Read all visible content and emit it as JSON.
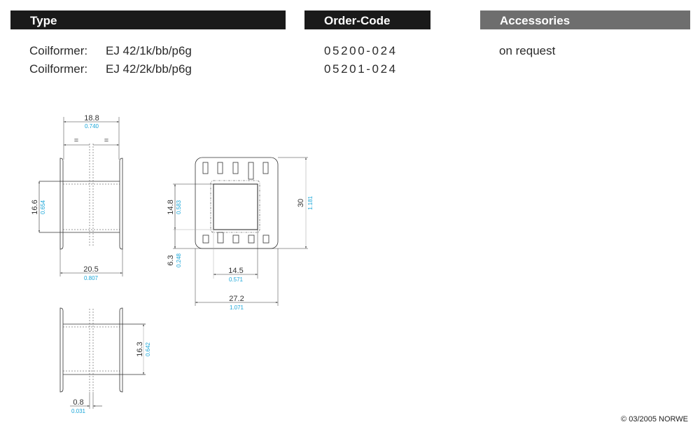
{
  "headers": {
    "type": "Type",
    "order_code": "Order-Code",
    "accessories": "Accessories"
  },
  "rows": [
    {
      "label": "Coilformer:",
      "type": "EJ 42/1k/bb/p6g",
      "order_code": "05200-024"
    },
    {
      "label": "Coilformer:",
      "type": "EJ 42/2k/bb/p6g",
      "order_code": "05201-024"
    }
  ],
  "accessories": "on request",
  "drawing": {
    "side_view": {
      "top_width_mm": "18.8",
      "top_width_in": "0.740",
      "equal_mark": "=",
      "height_mm": "16.6",
      "height_in": "0.654",
      "bottom_width_mm": "20.5",
      "bottom_width_in": "0.807"
    },
    "front_view": {
      "inner_height_mm": "14.8",
      "inner_height_in": "0.583",
      "offset_mm": "6.3",
      "offset_in": "0.248",
      "total_height_mm": "30",
      "total_height_in": "1.181",
      "inner_width_mm": "14.5",
      "inner_width_in": "0.571",
      "total_width_mm": "27.2",
      "total_width_in": "1.071"
    },
    "bottom_view": {
      "height_mm": "16.3",
      "height_in": "0.642",
      "slot_mm": "0.8",
      "slot_in": "0.031"
    }
  },
  "colors": {
    "header_dark": "#1a1a1a",
    "header_grey": "#6e6e6e",
    "inch_dimension": "#1aa6d8"
  },
  "footer": {
    "copyright": "© 03/2005 NORWE"
  }
}
